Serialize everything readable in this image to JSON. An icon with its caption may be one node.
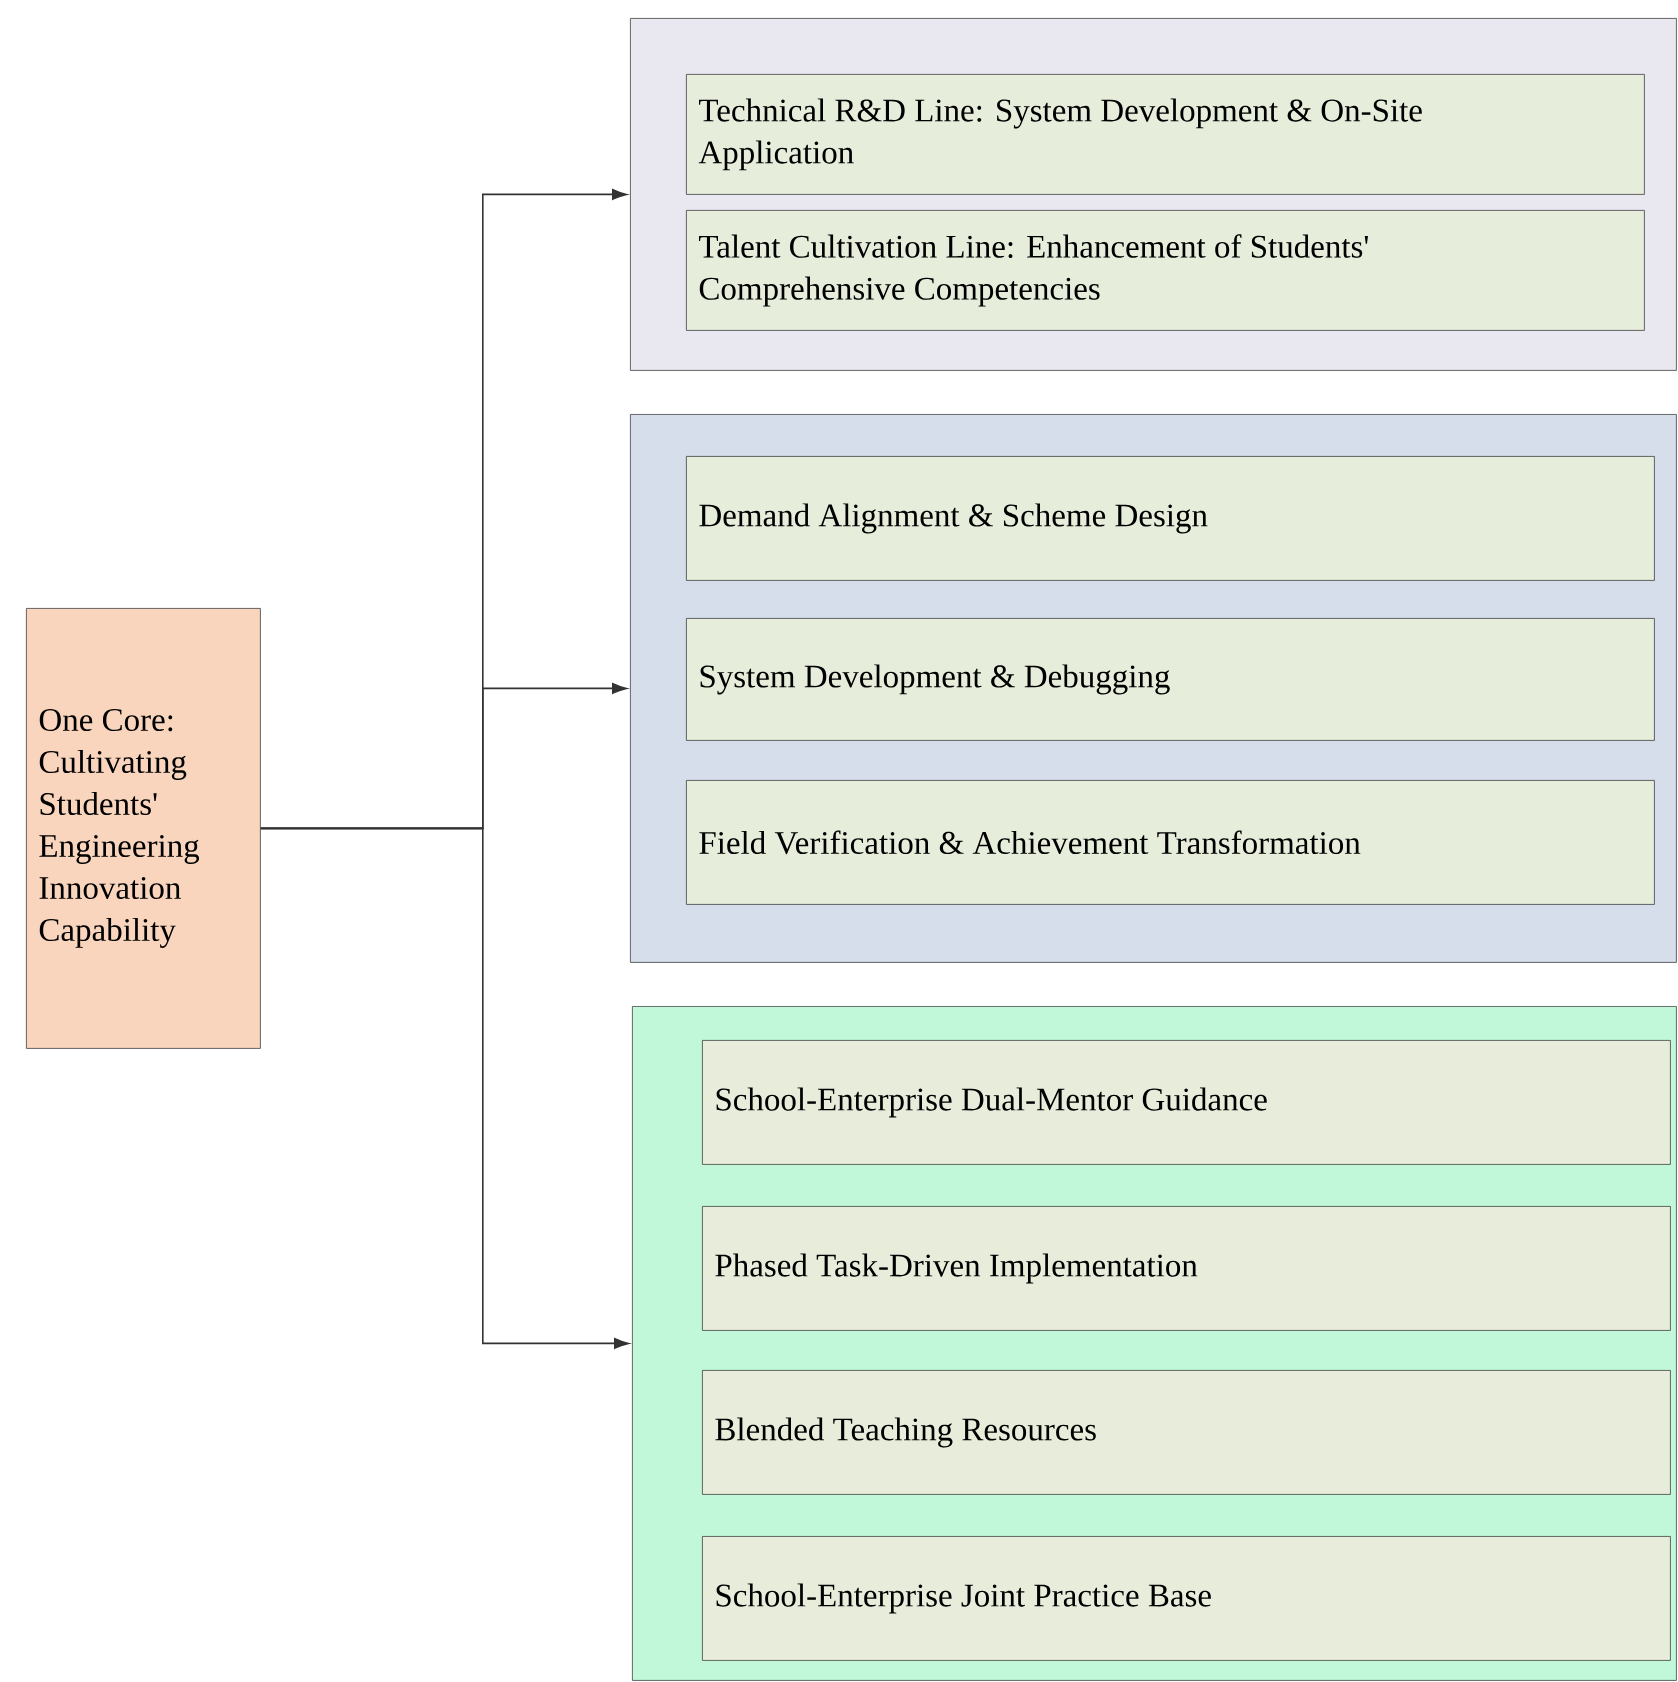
{
  "diagram": {
    "nodes": [
      {
        "text": [
          "One Core: Cultivating Students' Engineering Innovation Capability"
        ]
      },
      {
        "text": [],
        "shape": "box"
      },
      {
        "text": [
          "Technical R&D Line: System Development & On-Site Application"
        ],
        "in": 1
      },
      {
        "text": [
          "Talent Cultivation Line: Enhancement of Students' Comprehensive Competencies"
        ],
        "in": 1
      },
      {
        "text": [],
        "shape": "box"
      },
      {
        "text": [
          "Demand Alignment & Scheme Design"
        ],
        "in": 4
      },
      {
        "text": [
          "System Development & Debugging"
        ],
        "in": 4
      },
      {
        "text": [
          "Field Verification & Achievement Transformation"
        ],
        "in": 4
      },
      {
        "text": [],
        "shape": "box"
      },
      {
        "text": [
          "School-Enterprise Dual-Mentor Guidance"
        ],
        "in": 8
      },
      {
        "text": [
          "Phased Task-Driven Implementation"
        ],
        "in": 8
      },
      {
        "text": [
          "Blended Teaching Resources"
        ],
        "in": 8
      },
      {
        "text": [
          "School-Enterprise Joint Practice Base"
        ],
        "in": 8
      }
    ],
    "edges": [
      {
        "from": 0,
        "to": 1,
        "arrow": "to"
      },
      {
        "from": 0,
        "to": 4,
        "arrow": "to"
      },
      {
        "from": 0,
        "to": 8,
        "arrow": "to"
      }
    ]
  }
}
